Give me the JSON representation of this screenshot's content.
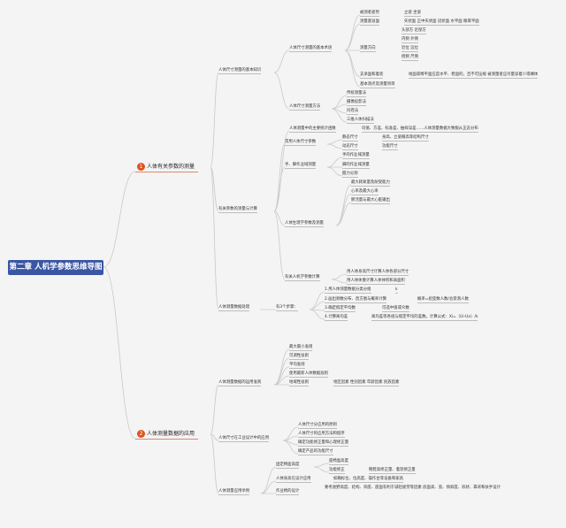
{
  "root": "第二章 人机学参数思维导图",
  "b1": {
    "num": "1",
    "label": "人体有关参数的测量"
  },
  "b2": {
    "num": "2",
    "label": "人体测量数据的应用"
  },
  "l2": {
    "basic": "人体尺寸测量的基本知识",
    "method": "有关参数的测量与计算",
    "process": "人体测量数据处理",
    "principle": "人体测量数据的运用准则",
    "design": "人体尺寸在工业设计中的应用",
    "cases": "人体测量应用举例"
  },
  "l3": {
    "basic_terms": "人体尺寸测量的基本术语",
    "measure_methods": "人体尺寸测量方法",
    "stat_functions": "人体测量中的主要统计函数",
    "common_params": "常用人体尺寸参数",
    "hand_foot": "手、脚作业域测量",
    "physio": "人体生理学参数及测量",
    "calc": "有关人机学参数计算",
    "steps": "有3个步骤："
  },
  "l4": {
    "posture": "被测者姿势",
    "datum": "测量基准面",
    "direction": "测量方向",
    "support": "支承面和着装",
    "basis": "基本测点及测量项目",
    "traditional": "传统测量法",
    "photo": "摄像投影法",
    "questionnaire": "问卷法",
    "3d": "三维人体扫描法",
    "static": "静态尺寸",
    "dynamic": "动态尺寸",
    "hand_area": "手的作业域测量",
    "foot_area": "脚的作业域测量",
    "arm_force": "握力分测",
    "max_load": "最大耗氧量及耐受能力",
    "heart": "心率及最大心率",
    "lung": "肺活量与最大心脏输出",
    "calc1": "用人体身高尺寸计算人体各部分尺寸",
    "calc2": "用人体体重计算人体体积和表面积",
    "s1": "1.用人体测量数据分类分组",
    "s2": "2.画出频数分布、直方图与概率计算",
    "s3": "3.确定假定平均数",
    "s4": "4.计算离均差"
  },
  "l5": {
    "posture_v": "立姿 坐姿",
    "datum_v": "矢状面 正中矢状面 冠状面 水平面 眼耳平面",
    "dir1": "头部方 足部方",
    "dir2": "内侧 外侧",
    "dir3": "近位 远位",
    "dir4": "桡侧 尺侧",
    "support_v": "地面或椅平面应是水平、稳固的，且不可压缩 被测量者应尽量穿着少或裸体",
    "stat_v": "均值、方差、标准差、抽样误差……人体测量数据大致服从正态分布",
    "static_v": "身高、立姿眼高等结构尺寸",
    "dynamic_v": "功能尺寸",
    "s1_v": "k",
    "s2_v": "概率=组变数人数/总受测人数",
    "s3_v": "可选中值或众数",
    "s4_v": "离均差等各组与假定平均的差数。计算公式：Xi=（Ui-Uo）/k"
  },
  "b2_nodes": {
    "p1": "最大最小准则",
    "p2": "可调性准则",
    "p3": "平均准则",
    "p4": "使用最新人体数据准则",
    "p5": "地域性准则",
    "p5_v": "地区因素 性别因素 年龄因素 民族因素",
    "d1": "人体尺寸分应用的原则",
    "d2": "人体尺寸的应用方法和程序",
    "d3": "确定功能修正量和心理修正量",
    "d4": "确定产品的功能尺寸",
    "c1": "固定椅面高度",
    "c1a": "座椅面高度",
    "c1b": "功能修正",
    "c1b_v": "靴鞋高修正量、着装修正量",
    "c2": "人体身高在设计应用",
    "c2_v": "如确标位、位高度、操作台等设备和家具",
    "c3": "作业椅的设计",
    "c3_v": "要考虑野高度、结构、背座、座面有利于减轻疲劳等因素 底面高、宽、倾斜度、形状、靠背和扶手设计"
  }
}
